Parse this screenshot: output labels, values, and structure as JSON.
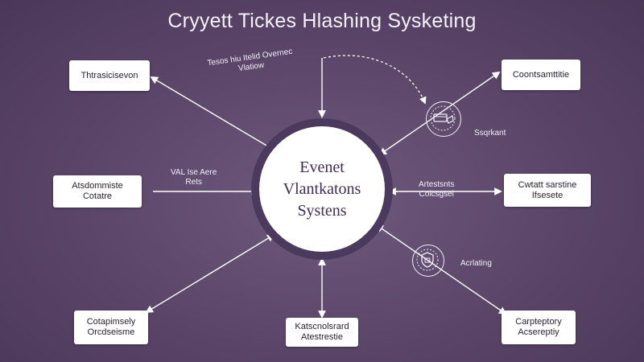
{
  "title": "Cryyett Tickes Hlashing Sysketing",
  "hub": {
    "line1": "Evenet",
    "line2": "Vlantkatons",
    "line3": "Systens"
  },
  "nodes": {
    "top_left": [
      "Thtrasicisevon"
    ],
    "top_right": [
      "Coontsamttitie"
    ],
    "mid_left": [
      "Atsdommiste",
      "Cotatre"
    ],
    "mid_right": [
      "Cwtatt sarstine",
      "Ifsesete"
    ],
    "bottom_left": [
      "Cotapimsely",
      "Orcdseisme"
    ],
    "bottom_center": [
      "Katscnolsrard",
      "Atestrestie"
    ],
    "bottom_right": [
      "Carpteptory",
      "Acsereptiy"
    ]
  },
  "labels": {
    "top_arc": [
      "Tesos hiu Itelid Overnec",
      "Vlatiow"
    ],
    "mid_left": [
      "VAL Ise Aere",
      "Rets"
    ],
    "mid_right": [
      "Artestsnts",
      "Colcsgsel"
    ],
    "right_upper": "Ssqrkant",
    "right_lower": "Acrlating"
  },
  "colors": {
    "background": "#5a4569",
    "hub_ring": "#4b3a5e",
    "box": "#ffffff",
    "line": "#ffffff"
  }
}
